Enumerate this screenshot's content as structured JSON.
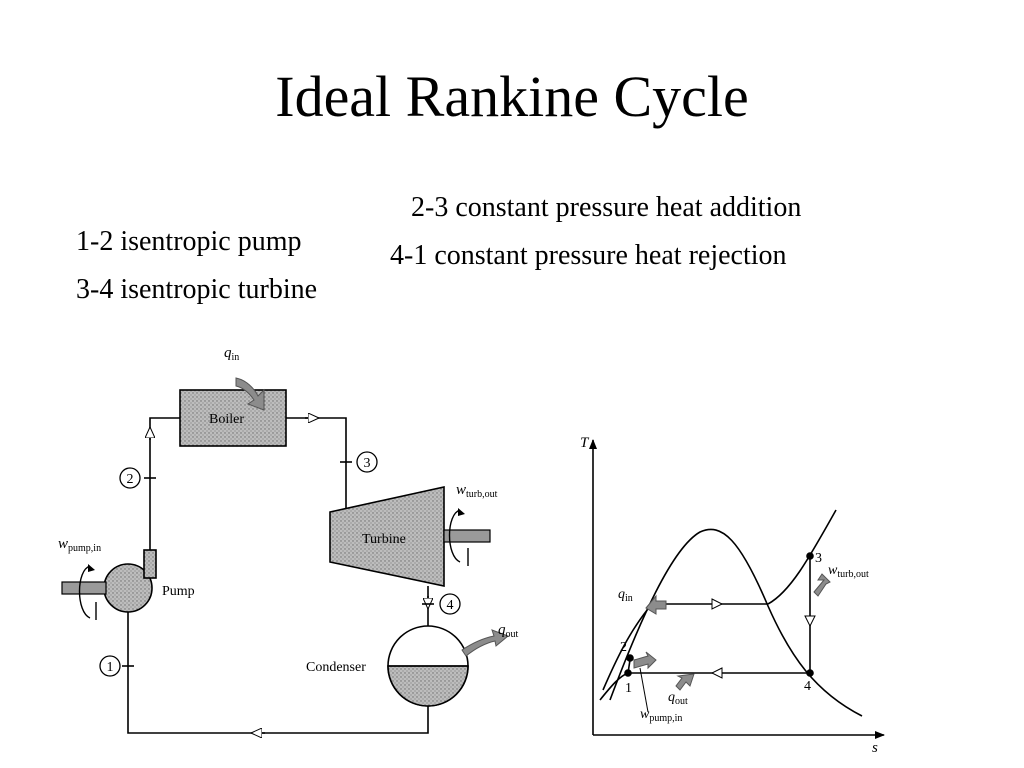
{
  "title": "Ideal Rankine Cycle",
  "legend": {
    "line1_left": "1-2 isentropic pump",
    "line1_right": "2-3 constant pressure heat addition",
    "line2_left": "3-4 isentropic turbine",
    "line2_right": "4-1 constant pressure heat rejection"
  },
  "schematic": {
    "boiler": "Boiler",
    "turbine": "Turbine",
    "pump": "Pump",
    "condenser": "Condenser",
    "q_in": {
      "sym": "q",
      "sub": "in"
    },
    "q_out": {
      "sym": "q",
      "sub": "out"
    },
    "w_turb_out": {
      "sym": "w",
      "sub": "turb,out"
    },
    "w_pump_in": {
      "sym": "w",
      "sub": "pump,in"
    },
    "state_labels": [
      "1",
      "2",
      "3",
      "4"
    ]
  },
  "ts_diagram": {
    "axis_y": "T",
    "axis_x": "s",
    "points": [
      "1",
      "2",
      "3",
      "4"
    ],
    "q_in": {
      "sym": "q",
      "sub": "in"
    },
    "q_out": {
      "sym": "q",
      "sub": "out"
    },
    "w_turb_out": {
      "sym": "w",
      "sub": "turb,out"
    },
    "w_pump_in": {
      "sym": "w",
      "sub": "pump,in"
    }
  }
}
